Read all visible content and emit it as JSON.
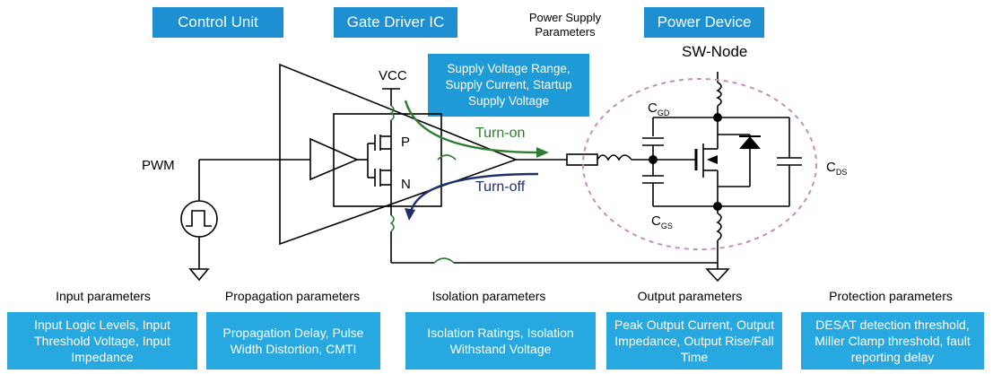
{
  "headers": {
    "control_unit": "Control Unit",
    "gate_driver": "Gate Driver IC",
    "power_device": "Power Device"
  },
  "power_supply": {
    "title": "Power Supply Parameters",
    "box": "Supply Voltage Range, Supply Current, Startup Supply Voltage"
  },
  "labels": {
    "vcc": "VCC",
    "sw_node": "SW-Node",
    "pwm": "PWM",
    "p": "P",
    "n": "N",
    "turn_on": "Turn-on",
    "turn_off": "Turn-off",
    "cgd": "C",
    "cgd_sub": "GD",
    "cgs": "C",
    "cgs_sub": "GS",
    "cds": "C",
    "cds_sub": "DS"
  },
  "categories": [
    {
      "title": "Input parameters",
      "box": "Input Logic Levels, Input Threshold Voltage, Input Impedance"
    },
    {
      "title": "Propagation parameters",
      "box": "Propagation Delay, Pulse Width Distortion, CMTI"
    },
    {
      "title": "Isolation parameters",
      "box": "Isolation Ratings, Isolation Withstand Voltage"
    },
    {
      "title": "Output parameters",
      "box": "Peak Output Current, Output Impedance, Output Rise/Fall Time"
    },
    {
      "title": "Protection parameters",
      "box": "DESAT detection threshold, Miller Clamp threshold, fault reporting delay"
    }
  ],
  "colors": {
    "header_blue": "#1e8fd0",
    "box_blue": "#27a8e0",
    "turn_on_green": "#2e7d32",
    "turn_off_navy": "#1f2f6b",
    "inductor_green": "#2e7d32",
    "dashed_circle": "#c98bc0"
  }
}
